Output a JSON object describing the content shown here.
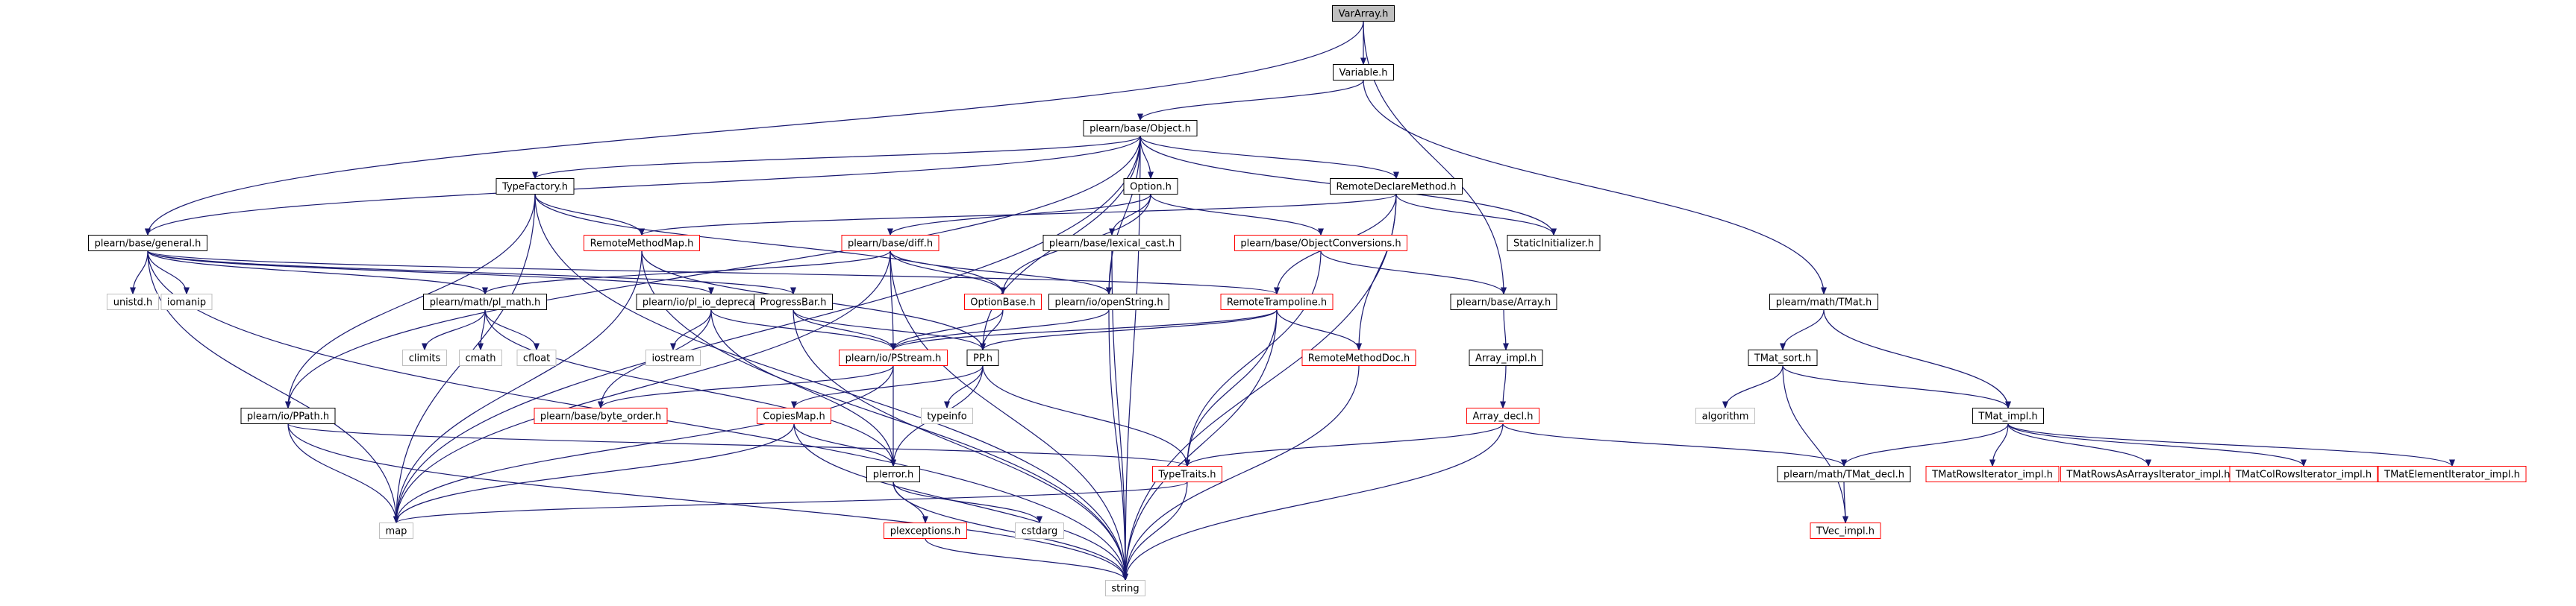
{
  "graph": {
    "root": "VarArray.h",
    "colors": {
      "edge": "#191970",
      "border_default": "#000000",
      "border_incomplete": "#ff0000",
      "border_system": "#bfbfbf",
      "root_fill": "#bfbfbf",
      "fill": "#ffffff"
    },
    "nodes": [
      {
        "id": "VarArray",
        "label": "VarArray.h",
        "kind": "root"
      },
      {
        "id": "Variable",
        "label": "Variable.h",
        "kind": "default"
      },
      {
        "id": "Object",
        "label": "plearn/base/Object.h",
        "kind": "default"
      },
      {
        "id": "general",
        "label": "plearn/base/general.h",
        "kind": "default"
      },
      {
        "id": "TypeFactory",
        "label": "TypeFactory.h",
        "kind": "default"
      },
      {
        "id": "Option",
        "label": "Option.h",
        "kind": "default"
      },
      {
        "id": "RemoteDeclareMethod",
        "label": "RemoteDeclareMethod.h",
        "kind": "default"
      },
      {
        "id": "StaticInitializer",
        "label": "StaticInitializer.h",
        "kind": "default"
      },
      {
        "id": "RemoteMethodMap",
        "label": "RemoteMethodMap.h",
        "kind": "incomplete"
      },
      {
        "id": "diff",
        "label": "plearn/base/diff.h",
        "kind": "incomplete"
      },
      {
        "id": "lexical_cast",
        "label": "plearn/base/lexical_cast.h",
        "kind": "default"
      },
      {
        "id": "ObjectConversions",
        "label": "plearn/base/ObjectConversions.h",
        "kind": "incomplete"
      },
      {
        "id": "unistd",
        "label": "unistd.h",
        "kind": "system"
      },
      {
        "id": "iomanip",
        "label": "iomanip",
        "kind": "system"
      },
      {
        "id": "pl_math",
        "label": "plearn/math/pl_math.h",
        "kind": "default"
      },
      {
        "id": "pl_io_deprecated",
        "label": "plearn/io/pl_io_deprecated.h",
        "kind": "default"
      },
      {
        "id": "ProgressBar",
        "label": "ProgressBar.h",
        "kind": "default"
      },
      {
        "id": "OptionBase",
        "label": "OptionBase.h",
        "kind": "incomplete"
      },
      {
        "id": "openString",
        "label": "plearn/io/openString.h",
        "kind": "default"
      },
      {
        "id": "RemoteTrampoline",
        "label": "RemoteTrampoline.h",
        "kind": "incomplete"
      },
      {
        "id": "BaseArray",
        "label": "plearn/base/Array.h",
        "kind": "default"
      },
      {
        "id": "TMat",
        "label": "plearn/math/TMat.h",
        "kind": "default"
      },
      {
        "id": "climits",
        "label": "climits",
        "kind": "system"
      },
      {
        "id": "cmath",
        "label": "cmath",
        "kind": "system"
      },
      {
        "id": "cfloat",
        "label": "cfloat",
        "kind": "system"
      },
      {
        "id": "iostream",
        "label": "iostream",
        "kind": "system"
      },
      {
        "id": "PStream",
        "label": "plearn/io/PStream.h",
        "kind": "incomplete"
      },
      {
        "id": "PP",
        "label": "PP.h",
        "kind": "default"
      },
      {
        "id": "RemoteMethodDoc",
        "label": "RemoteMethodDoc.h",
        "kind": "incomplete"
      },
      {
        "id": "Array_impl",
        "label": "Array_impl.h",
        "kind": "default"
      },
      {
        "id": "TMat_sort",
        "label": "TMat_sort.h",
        "kind": "default"
      },
      {
        "id": "algorithm",
        "label": "algorithm",
        "kind": "system"
      },
      {
        "id": "PPath",
        "label": "plearn/io/PPath.h",
        "kind": "default"
      },
      {
        "id": "byte_order",
        "label": "plearn/base/byte_order.h",
        "kind": "incomplete"
      },
      {
        "id": "CopiesMap",
        "label": "CopiesMap.h",
        "kind": "incomplete"
      },
      {
        "id": "typeinfo",
        "label": "typeinfo",
        "kind": "system"
      },
      {
        "id": "Array_decl",
        "label": "Array_decl.h",
        "kind": "incomplete"
      },
      {
        "id": "TMat_impl",
        "label": "TMat_impl.h",
        "kind": "default"
      },
      {
        "id": "pl_error",
        "label": "plerror.h",
        "kind": "default"
      },
      {
        "id": "TypeTraits",
        "label": "TypeTraits.h",
        "kind": "incomplete"
      },
      {
        "id": "TMat_decl",
        "label": "plearn/math/TMat_decl.h",
        "kind": "default"
      },
      {
        "id": "TMatRowsIterator",
        "label": "TMatRowsIterator_impl.h",
        "kind": "incomplete"
      },
      {
        "id": "TMatRowsAsArrays",
        "label": "TMatRowsAsArraysIterator_impl.h",
        "kind": "incomplete"
      },
      {
        "id": "TMatColRows",
        "label": "TMatColRowsIterator_impl.h",
        "kind": "incomplete"
      },
      {
        "id": "TMatElement",
        "label": "TMatElementIterator_impl.h",
        "kind": "incomplete"
      },
      {
        "id": "map",
        "label": "map",
        "kind": "system"
      },
      {
        "id": "plexceptions",
        "label": "plexceptions.h",
        "kind": "incomplete"
      },
      {
        "id": "cstdarg",
        "label": "cstdarg",
        "kind": "system"
      },
      {
        "id": "TVec_impl",
        "label": "TVec_impl.h",
        "kind": "incomplete"
      },
      {
        "id": "string",
        "label": "string",
        "kind": "system"
      }
    ],
    "edges": [
      [
        "VarArray",
        "Variable"
      ],
      [
        "VarArray",
        "general"
      ],
      [
        "VarArray",
        "BaseArray"
      ],
      [
        "Variable",
        "Object"
      ],
      [
        "Variable",
        "TMat"
      ],
      [
        "Object",
        "general"
      ],
      [
        "Object",
        "TypeFactory"
      ],
      [
        "Object",
        "Option"
      ],
      [
        "Object",
        "RemoteDeclareMethod"
      ],
      [
        "Object",
        "StaticInitializer"
      ],
      [
        "Object",
        "PPath"
      ],
      [
        "Object",
        "map"
      ],
      [
        "Object",
        "string"
      ],
      [
        "Object",
        "openString"
      ],
      [
        "Object",
        "PP"
      ],
      [
        "general",
        "unistd"
      ],
      [
        "general",
        "iomanip"
      ],
      [
        "general",
        "pl_math"
      ],
      [
        "general",
        "pl_io_deprecated"
      ],
      [
        "general",
        "ProgressBar"
      ],
      [
        "general",
        "map"
      ],
      [
        "general",
        "string"
      ],
      [
        "general",
        "RemoteTrampoline"
      ],
      [
        "TypeFactory",
        "RemoteMethodMap"
      ],
      [
        "TypeFactory",
        "OptionBase"
      ],
      [
        "TypeFactory",
        "map"
      ],
      [
        "TypeFactory",
        "string"
      ],
      [
        "TypeFactory",
        "PPath"
      ],
      [
        "Option",
        "diff"
      ],
      [
        "Option",
        "lexical_cast"
      ],
      [
        "Option",
        "ObjectConversions"
      ],
      [
        "Option",
        "OptionBase"
      ],
      [
        "RemoteDeclareMethod",
        "RemoteMethodMap"
      ],
      [
        "RemoteDeclareMethod",
        "StaticInitializer"
      ],
      [
        "RemoteDeclareMethod",
        "RemoteTrampoline"
      ],
      [
        "RemoteDeclareMethod",
        "RemoteMethodDoc"
      ],
      [
        "RemoteDeclareMethod",
        "string"
      ],
      [
        "RemoteMethodMap",
        "map"
      ],
      [
        "RemoteMethodMap",
        "PP"
      ],
      [
        "RemoteMethodMap",
        "string"
      ],
      [
        "diff",
        "OptionBase"
      ],
      [
        "diff",
        "openString"
      ],
      [
        "diff",
        "PStream"
      ],
      [
        "diff",
        "pl_math"
      ],
      [
        "diff",
        "map"
      ],
      [
        "diff",
        "string"
      ],
      [
        "lexical_cast",
        "openString"
      ],
      [
        "lexical_cast",
        "string"
      ],
      [
        "ObjectConversions",
        "BaseArray"
      ],
      [
        "ObjectConversions",
        "TypeTraits"
      ],
      [
        "pl_math",
        "climits"
      ],
      [
        "pl_math",
        "cmath"
      ],
      [
        "pl_math",
        "cfloat"
      ],
      [
        "pl_math",
        "pl_error"
      ],
      [
        "pl_io_deprecated",
        "iostream"
      ],
      [
        "pl_io_deprecated",
        "PStream"
      ],
      [
        "pl_io_deprecated",
        "byte_order"
      ],
      [
        "pl_io_deprecated",
        "pl_error"
      ],
      [
        "ProgressBar",
        "PStream"
      ],
      [
        "ProgressBar",
        "PP"
      ],
      [
        "ProgressBar",
        "string"
      ],
      [
        "OptionBase",
        "PStream"
      ],
      [
        "OptionBase",
        "PP"
      ],
      [
        "openString",
        "PStream"
      ],
      [
        "openString",
        "string"
      ],
      [
        "RemoteTrampoline",
        "PStream"
      ],
      [
        "RemoteTrampoline",
        "PP"
      ],
      [
        "RemoteTrampoline",
        "RemoteMethodDoc"
      ],
      [
        "RemoteTrampoline",
        "TypeTraits"
      ],
      [
        "RemoteTrampoline",
        "string"
      ],
      [
        "BaseArray",
        "Array_impl"
      ],
      [
        "TMat",
        "TMat_sort"
      ],
      [
        "TMat",
        "TMat_impl"
      ],
      [
        "PStream",
        "byte_order"
      ],
      [
        "PStream",
        "pl_error"
      ],
      [
        "PStream",
        "map"
      ],
      [
        "PP",
        "typeinfo"
      ],
      [
        "PP",
        "CopiesMap"
      ],
      [
        "PP",
        "TypeTraits"
      ],
      [
        "PP",
        "pl_error"
      ],
      [
        "RemoteMethodDoc",
        "string"
      ],
      [
        "Array_impl",
        "Array_decl"
      ],
      [
        "TMat_sort",
        "algorithm"
      ],
      [
        "TMat_sort",
        "TMat_impl"
      ],
      [
        "TMat_sort",
        "TVec_impl"
      ],
      [
        "PPath",
        "map"
      ],
      [
        "PPath",
        "string"
      ],
      [
        "PPath",
        "TypeTraits"
      ],
      [
        "CopiesMap",
        "pl_error"
      ],
      [
        "CopiesMap",
        "map"
      ],
      [
        "CopiesMap",
        "string"
      ],
      [
        "Array_decl",
        "TypeTraits"
      ],
      [
        "Array_decl",
        "TMat_decl"
      ],
      [
        "Array_decl",
        "string"
      ],
      [
        "TMat_impl",
        "TMat_decl"
      ],
      [
        "TMat_impl",
        "TMatRowsIterator"
      ],
      [
        "TMat_impl",
        "TMatRowsAsArrays"
      ],
      [
        "TMat_impl",
        "TMatColRows"
      ],
      [
        "TMat_impl",
        "TMatElement"
      ],
      [
        "pl_error",
        "plexceptions"
      ],
      [
        "pl_error",
        "cstdarg"
      ],
      [
        "pl_error",
        "string"
      ],
      [
        "TypeTraits",
        "map"
      ],
      [
        "TypeTraits",
        "string"
      ],
      [
        "TMat_decl",
        "TVec_impl"
      ],
      [
        "plexceptions",
        "string"
      ]
    ]
  }
}
